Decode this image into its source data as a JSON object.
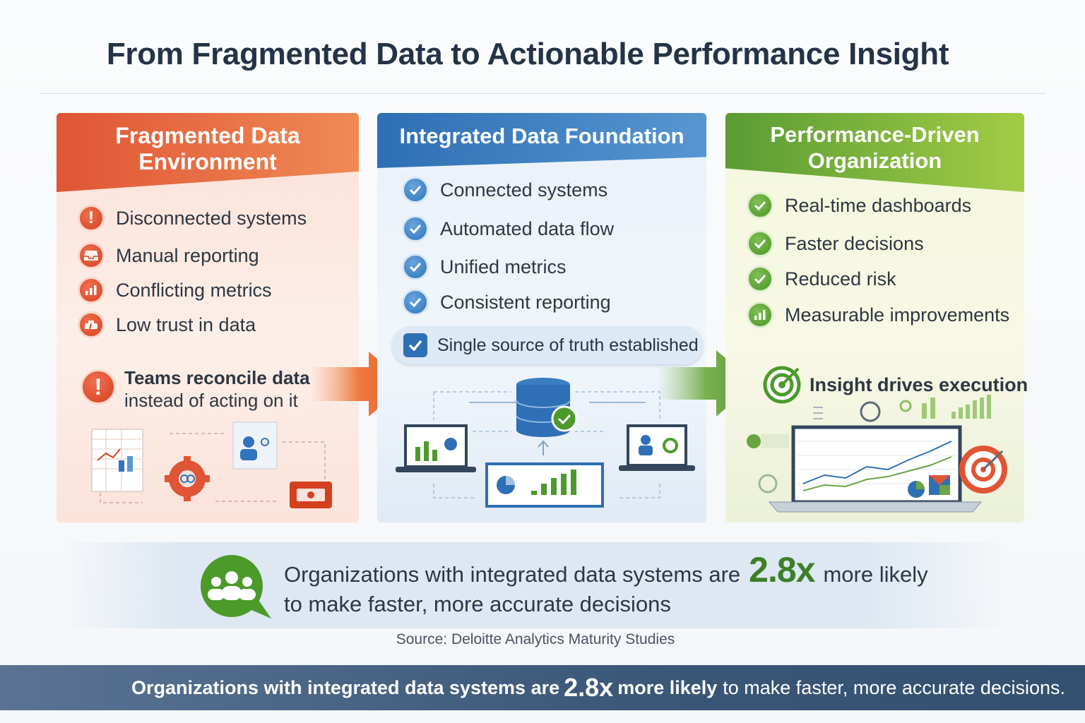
{
  "title": "From Fragmented Data to Actionable Performance Insight",
  "panels": {
    "fragmented": {
      "header_line1": "Fragmented Data",
      "header_line2": "Environment",
      "items": [
        "Disconnected systems",
        "Manual reporting",
        "Conflicting metrics",
        "Low trust in data"
      ],
      "callout_bold": "Teams reconcile data",
      "callout_rest": "instead of acting on it"
    },
    "integrated": {
      "header": "Integrated Data Foundation",
      "items": [
        "Connected systems",
        "Automated data flow",
        "Unified metrics",
        "Consistent reporting"
      ],
      "highlight": "Single source of truth established"
    },
    "performance": {
      "header_line1": "Performance-Driven",
      "header_line2": "Organization",
      "items": [
        "Real-time dashboards",
        "Faster decisions",
        "Reduced risk",
        "Measurable improvements"
      ],
      "callout": "Insight drives execution"
    }
  },
  "stat": {
    "before": "Organizations with integrated data systems are",
    "value": "2.8x",
    "after": "more likely",
    "line2": "to make faster, more accurate decisions",
    "source": "Source: Deloitte Analytics Maturity Studies"
  },
  "footer": {
    "before": "Organizations with integrated data systems are",
    "value": "2.8x",
    "after_bold": "more likely",
    "after": "to make faster, more accurate decisions."
  },
  "colors": {
    "fragmented": "#e05535",
    "integrated": "#2d6fb4",
    "performance": "#5a9c34",
    "stat_value": "#3e7f2a",
    "footer": "#3a5778"
  },
  "icons": {
    "fragmented": [
      "warning-icon",
      "inbox-icon",
      "bar-chart-icon",
      "broken-link-icon"
    ],
    "integrated": [
      "check-icon",
      "check-icon",
      "check-icon",
      "check-icon"
    ],
    "performance": [
      "check-icon",
      "check-icon",
      "check-icon",
      "bar-chart-icon"
    ]
  }
}
